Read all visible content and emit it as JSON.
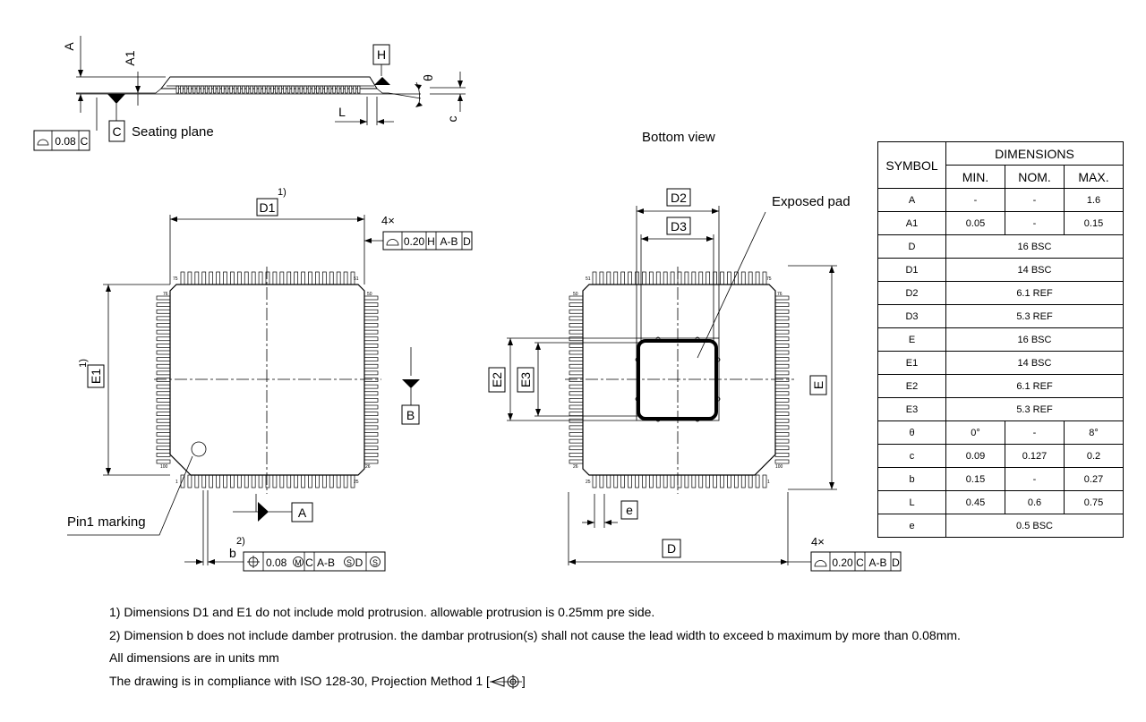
{
  "side_view": {
    "labels": {
      "A": "A",
      "A1": "A1",
      "H": "H",
      "theta": "θ",
      "L": "L",
      "c": "c",
      "C": "C"
    },
    "flatness_tol": "0.08",
    "seating_plane": "Seating plane"
  },
  "top_view": {
    "D1": "D1",
    "D1_note": "1)",
    "E1": "E1",
    "E1_note": "1)",
    "B": "B",
    "A": "A",
    "b": "b",
    "b_note": "2)",
    "pin1_marking": "Pin1 marking",
    "pin_numbers": {
      "p1": "1",
      "p25": "25",
      "p26": "26",
      "p50": "50",
      "p51": "51",
      "p75": "75",
      "p76": "76",
      "p100": "100"
    },
    "profile_tol": {
      "count": "4×",
      "value": "0.20",
      "datums": [
        "H",
        "A-B",
        "D"
      ]
    },
    "position_tol": {
      "value": "0.08",
      "modifier": "M",
      "datums": [
        "C",
        "A-B",
        "S",
        "D",
        "S"
      ]
    }
  },
  "bottom_view": {
    "title": "Bottom view",
    "exposed_pad": "Exposed pad",
    "D2": "D2",
    "D3": "D3",
    "E2": "E2",
    "E3": "E3",
    "E": "E",
    "D": "D",
    "e": "e",
    "pin_numbers": {
      "p1": "1",
      "p25": "25",
      "p26": "26",
      "p50": "50",
      "p51": "51",
      "p75": "75",
      "p76": "76",
      "p100": "100"
    },
    "profile_tol": {
      "count": "4×",
      "value": "0.20",
      "datums": [
        "C",
        "A-B",
        "D"
      ]
    }
  },
  "table": {
    "symbol_header": "SYMBOL",
    "dimensions_header": "DIMENSIONS",
    "columns": [
      "MIN.",
      "NOM.",
      "MAX."
    ],
    "rows": [
      {
        "symbol": "A",
        "min": "-",
        "nom": "-",
        "max": "1.6"
      },
      {
        "symbol": "A1",
        "min": "0.05",
        "nom": "-",
        "max": "0.15"
      },
      {
        "symbol": "D",
        "span": "16 BSC"
      },
      {
        "symbol": "D1",
        "span": "14 BSC"
      },
      {
        "symbol": "D2",
        "span": "6.1 REF"
      },
      {
        "symbol": "D3",
        "span": "5.3 REF"
      },
      {
        "symbol": "E",
        "span": "16 BSC"
      },
      {
        "symbol": "E1",
        "span": "14 BSC"
      },
      {
        "symbol": "E2",
        "span": "6.1 REF"
      },
      {
        "symbol": "E3",
        "span": "5.3 REF"
      },
      {
        "symbol": "θ",
        "min": "0°",
        "nom": "-",
        "max": "8°"
      },
      {
        "symbol": "c",
        "min": "0.09",
        "nom": "0.127",
        "max": "0.2"
      },
      {
        "symbol": "b",
        "min": "0.15",
        "nom": "-",
        "max": "0.27"
      },
      {
        "symbol": "L",
        "min": "0.45",
        "nom": "0.6",
        "max": "0.75"
      },
      {
        "symbol": "e",
        "span": "0.5 BSC"
      }
    ]
  },
  "notes": [
    "1) Dimensions D1 and E1 do not include mold protrusion. allowable protrusion is 0.25mm pre side.",
    "2) Dimension b does not include damber protrusion. the dambar protrusion(s) shall not cause the lead width to exceed b maximum by more than 0.08mm.",
    "All dimensions are in units mm",
    "The drawing is in compliance with ISO 128-30, Projection Method 1 ["
  ],
  "notes_end": "]"
}
